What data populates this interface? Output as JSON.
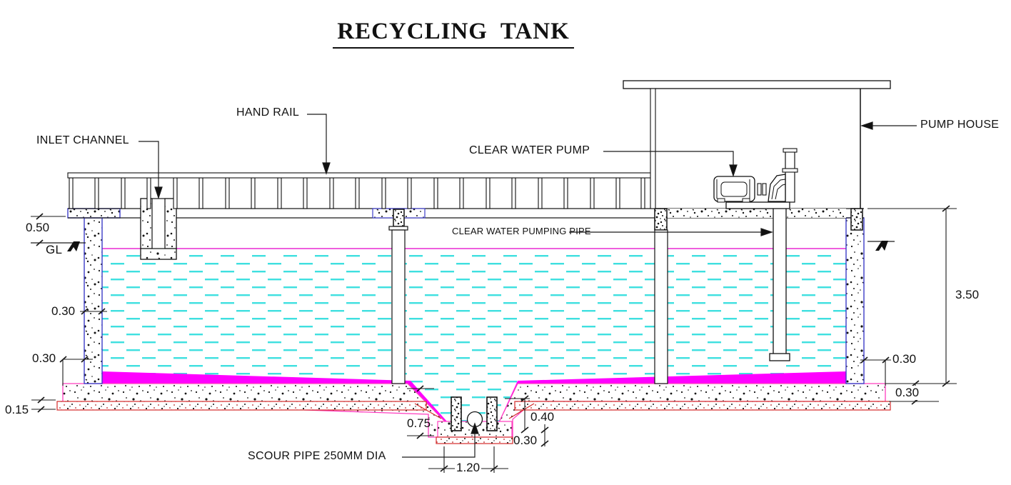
{
  "title": "RECYCLING  TANK",
  "labels": {
    "hand_rail": "HAND RAIL",
    "inlet_channel": "INLET CHANNEL",
    "clear_water_pump": "CLEAR WATER PUMP",
    "pump_house": "PUMP HOUSE",
    "clear_water_pumping_pipe": "CLEAR WATER PUMPING PIPE",
    "scour_pipe": "SCOUR PIPE 250MM DIA",
    "ground_level": "GL"
  },
  "dimensions": {
    "freeboard": "0.50",
    "left_wall_thickness": "0.30",
    "left_base_projection": "0.30",
    "pcc_thickness": "0.15",
    "tank_depth": "3.50",
    "right_base_projection": "0.30",
    "base_slab_thickness": "0.30",
    "sump_depth": "0.75",
    "sump_wall_height": "0.40",
    "sump_slab_thickness": "0.30",
    "sump_width": "1.20"
  },
  "colors": {
    "water_dash": "#3fe0e0",
    "water_surface_line": "#e829d2",
    "sludge": "#ff00ff",
    "slab_outline": "#ff3dbf",
    "pcc_outline": "#d42a2a",
    "concrete_edge": "#3c3cc8",
    "line": "#1a1a1a"
  }
}
